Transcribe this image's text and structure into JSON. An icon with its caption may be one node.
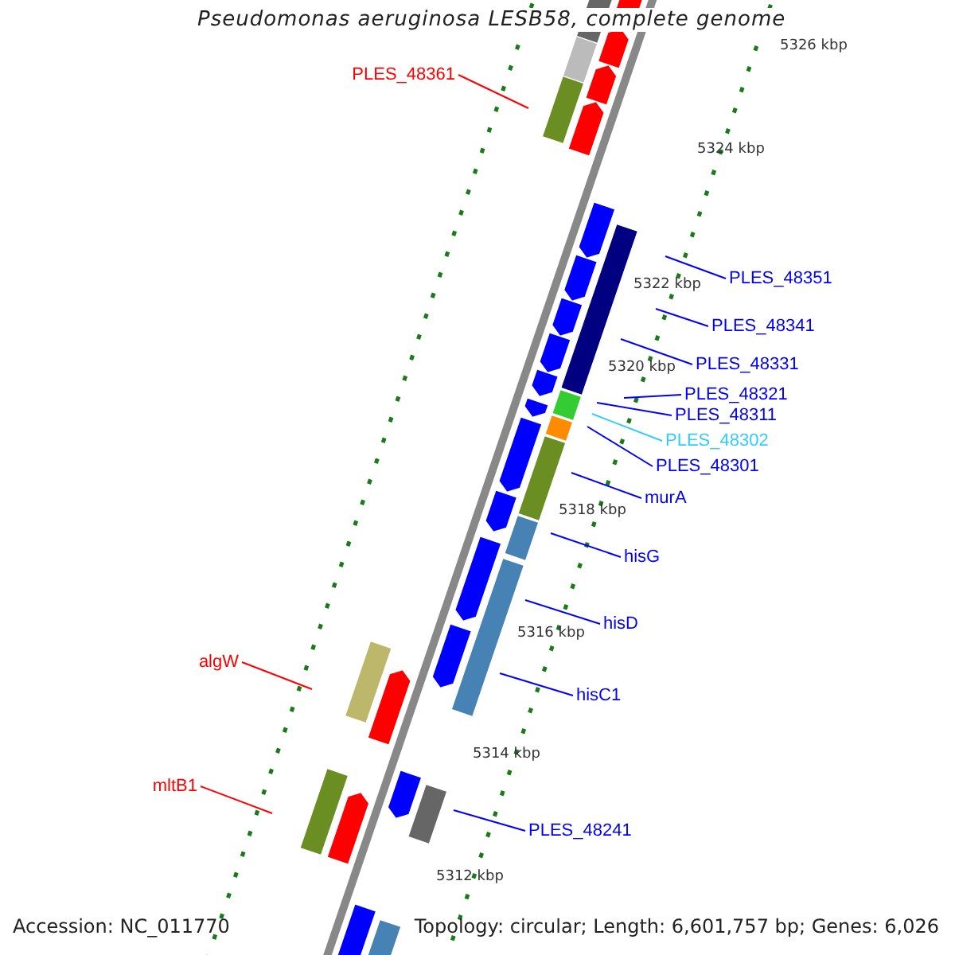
{
  "diagram": {
    "title": "Pseudomonas aeruginosa LESB58, complete genome",
    "nodes": [
      {
        "text": [
          "PLES_48361"
        ]
      },
      {
        "text": [
          "PLES_48351"
        ]
      },
      {
        "text": [
          "PLES_48341"
        ]
      },
      {
        "text": [
          "PLES_48331"
        ]
      },
      {
        "text": [
          "PLES_48321"
        ]
      },
      {
        "text": [
          "PLES_48311"
        ]
      },
      {
        "text": [
          "PLES_48302"
        ]
      },
      {
        "text": [
          "PLES_48301"
        ]
      },
      {
        "text": [
          "murA"
        ]
      },
      {
        "text": [
          "hisG"
        ]
      },
      {
        "text": [
          "hisD"
        ]
      },
      {
        "text": [
          "algW"
        ]
      },
      {
        "text": [
          "hisC1"
        ]
      },
      {
        "text": [
          "mltB1"
        ]
      },
      {
        "text": [
          "PLES_48241"
        ]
      }
    ],
    "edges": [
      {
        "from": 0,
        "to": null,
        "arrow": "none",
        "color": "#ff0000"
      },
      {
        "from": 1,
        "to": null,
        "arrow": "none"
      },
      {
        "from": 2,
        "to": null,
        "arrow": "none"
      },
      {
        "from": 3,
        "to": null,
        "arrow": "none"
      },
      {
        "from": 4,
        "to": null,
        "arrow": "none"
      },
      {
        "from": 5,
        "to": null,
        "arrow": "none"
      },
      {
        "from": 6,
        "to": null,
        "arrow": "none",
        "color": "#33ccff"
      },
      {
        "from": 7,
        "to": null,
        "arrow": "none"
      },
      {
        "from": 8,
        "to": null,
        "arrow": "none"
      },
      {
        "from": 9,
        "to": null,
        "arrow": "none"
      },
      {
        "from": 10,
        "to": null,
        "arrow": "none"
      },
      {
        "from": 11,
        "to": null,
        "arrow": "none",
        "color": "#ff0000"
      },
      {
        "from": 12,
        "to": null,
        "arrow": "none"
      },
      {
        "from": 13,
        "to": null,
        "arrow": "none",
        "color": "#ff0000"
      },
      {
        "from": 14,
        "to": null,
        "arrow": "none"
      }
    ],
    "labels": [
      "5326 kbp",
      "5324 kbp",
      "5322 kbp",
      "5320 kbp",
      "5318 kbp",
      "5316 kbp",
      "5314 kbp",
      "5312 kbp",
      "Accession: NC_011770",
      "Topology: circular; Length: 6,601,757 bp; Genes: 6,026"
    ]
  }
}
